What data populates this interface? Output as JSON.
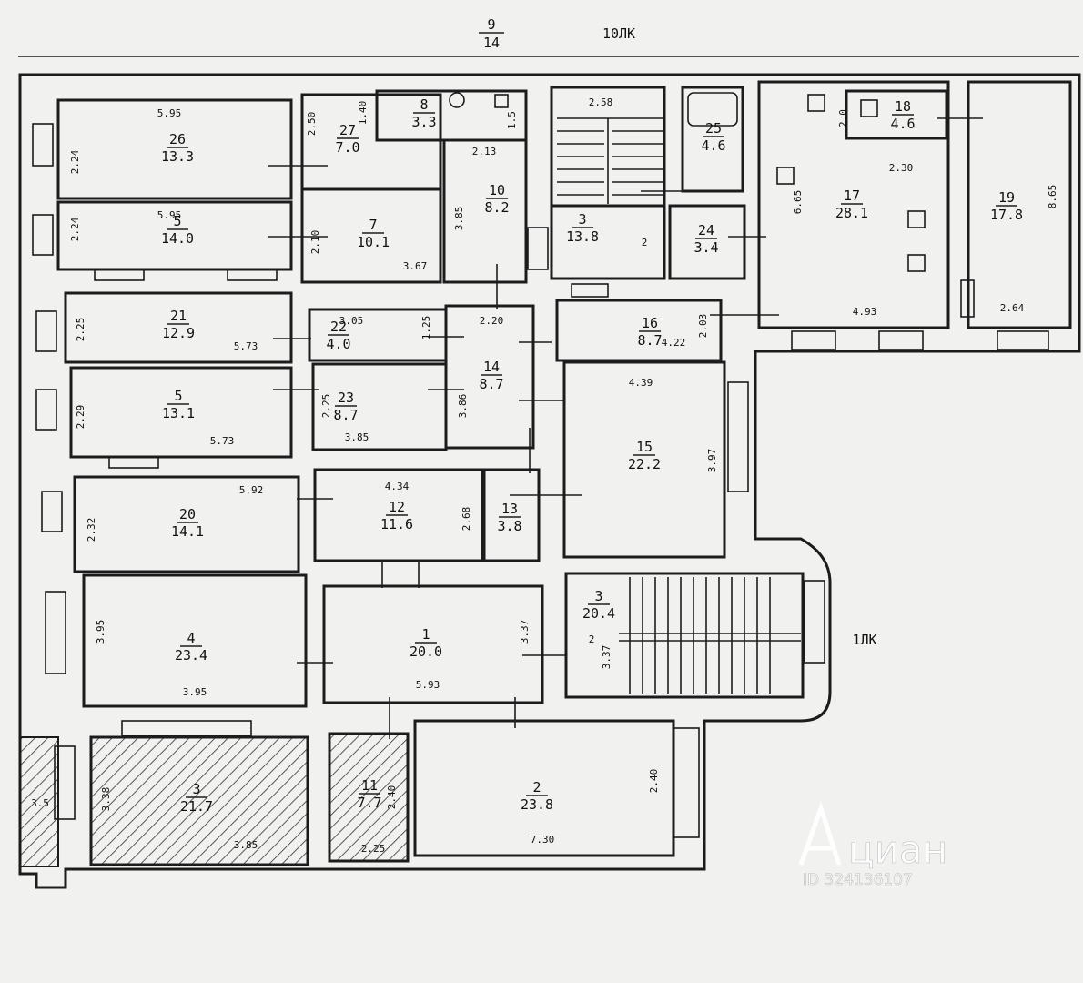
{
  "header": {
    "frac_top": "9",
    "frac_bottom": "14",
    "label_10lk": "10ЛК"
  },
  "label_1lk": "1ЛК",
  "rooms": [
    {
      "key": "r26",
      "num": "26",
      "area": "13.3"
    },
    {
      "key": "r5a",
      "num": "5",
      "area": "14.0"
    },
    {
      "key": "r27",
      "num": "27",
      "area": "7.0"
    },
    {
      "key": "r8",
      "num": "8",
      "area": "3.3"
    },
    {
      "key": "r7",
      "num": "7",
      "area": "10.1"
    },
    {
      "key": "r10",
      "num": "10",
      "area": "8.2"
    },
    {
      "key": "r3a",
      "num": "3",
      "area": "13.8"
    },
    {
      "key": "r25",
      "num": "25",
      "area": "4.6"
    },
    {
      "key": "r24",
      "num": "24",
      "area": "3.4"
    },
    {
      "key": "r17",
      "num": "17",
      "area": "28.1"
    },
    {
      "key": "r18",
      "num": "18",
      "area": "4.6"
    },
    {
      "key": "r19",
      "num": "19",
      "area": "17.8"
    },
    {
      "key": "r21",
      "num": "21",
      "area": "12.9"
    },
    {
      "key": "r22",
      "num": "22",
      "area": "4.0"
    },
    {
      "key": "r14",
      "num": "14",
      "area": "8.7"
    },
    {
      "key": "r16",
      "num": "16",
      "area": "8.7"
    },
    {
      "key": "r5b",
      "num": "5",
      "area": "13.1"
    },
    {
      "key": "r23",
      "num": "23",
      "area": "8.7"
    },
    {
      "key": "r15",
      "num": "15",
      "area": "22.2"
    },
    {
      "key": "r20",
      "num": "20",
      "area": "14.1"
    },
    {
      "key": "r12",
      "num": "12",
      "area": "11.6"
    },
    {
      "key": "r13",
      "num": "13",
      "area": "3.8"
    },
    {
      "key": "r3b",
      "num": "3",
      "area": "20.4"
    },
    {
      "key": "r4",
      "num": "4",
      "area": "23.4"
    },
    {
      "key": "r1",
      "num": "1",
      "area": "20.0"
    },
    {
      "key": "r3c",
      "num": "3",
      "area": "21.7"
    },
    {
      "key": "r11",
      "num": "11",
      "area": "7.7"
    },
    {
      "key": "r2",
      "num": "2",
      "area": "23.8"
    }
  ],
  "dimensions": [
    {
      "key": "d1",
      "text": "5.95"
    },
    {
      "key": "d2",
      "text": "2.24"
    },
    {
      "key": "d3",
      "text": "5.95"
    },
    {
      "key": "d4",
      "text": "2.24"
    },
    {
      "key": "d5",
      "text": "2.50"
    },
    {
      "key": "d6",
      "text": "1.40"
    },
    {
      "key": "d7",
      "text": "2.13"
    },
    {
      "key": "d8",
      "text": "1.5"
    },
    {
      "key": "d9",
      "text": "2.10"
    },
    {
      "key": "d10",
      "text": "3.67"
    },
    {
      "key": "d11",
      "text": "3.85"
    },
    {
      "key": "d12",
      "text": "2.58"
    },
    {
      "key": "d13",
      "text": "2"
    },
    {
      "key": "d14",
      "text": "2.30"
    },
    {
      "key": "d15",
      "text": "2.0"
    },
    {
      "key": "d16",
      "text": "6.65"
    },
    {
      "key": "d17",
      "text": "4.93"
    },
    {
      "key": "d18",
      "text": "8.65"
    },
    {
      "key": "d19",
      "text": "2.64"
    },
    {
      "key": "d20",
      "text": "2.25"
    },
    {
      "key": "d21",
      "text": "5.73"
    },
    {
      "key": "d22",
      "text": "3.05"
    },
    {
      "key": "d23",
      "text": "1.25"
    },
    {
      "key": "d24",
      "text": "2.20"
    },
    {
      "key": "d25",
      "text": "4.22"
    },
    {
      "key": "d26",
      "text": "2.03"
    },
    {
      "key": "d27",
      "text": "2.29"
    },
    {
      "key": "d28",
      "text": "5.73"
    },
    {
      "key": "d29",
      "text": "2.25"
    },
    {
      "key": "d30",
      "text": "3.85"
    },
    {
      "key": "d31",
      "text": "3.86"
    },
    {
      "key": "d32",
      "text": "4.39"
    },
    {
      "key": "d33",
      "text": "3.97"
    },
    {
      "key": "d34",
      "text": "5.92"
    },
    {
      "key": "d35",
      "text": "2.32"
    },
    {
      "key": "d36",
      "text": "4.34"
    },
    {
      "key": "d37",
      "text": "2.68"
    },
    {
      "key": "d38",
      "text": "3.95"
    },
    {
      "key": "d39",
      "text": "3.95"
    },
    {
      "key": "d40",
      "text": "3.37"
    },
    {
      "key": "d41",
      "text": "5.93"
    },
    {
      "key": "d42",
      "text": "2"
    },
    {
      "key": "d43",
      "text": "3.37"
    },
    {
      "key": "d44",
      "text": "3.5"
    },
    {
      "key": "d45",
      "text": "3.38"
    },
    {
      "key": "d46",
      "text": "3.85"
    },
    {
      "key": "d47",
      "text": "2.40"
    },
    {
      "key": "d48",
      "text": "2.25"
    },
    {
      "key": "d49",
      "text": "2.40"
    },
    {
      "key": "d50",
      "text": "7.30"
    }
  ],
  "watermark": {
    "brand": "циан",
    "id_text": "ID 324136107"
  }
}
